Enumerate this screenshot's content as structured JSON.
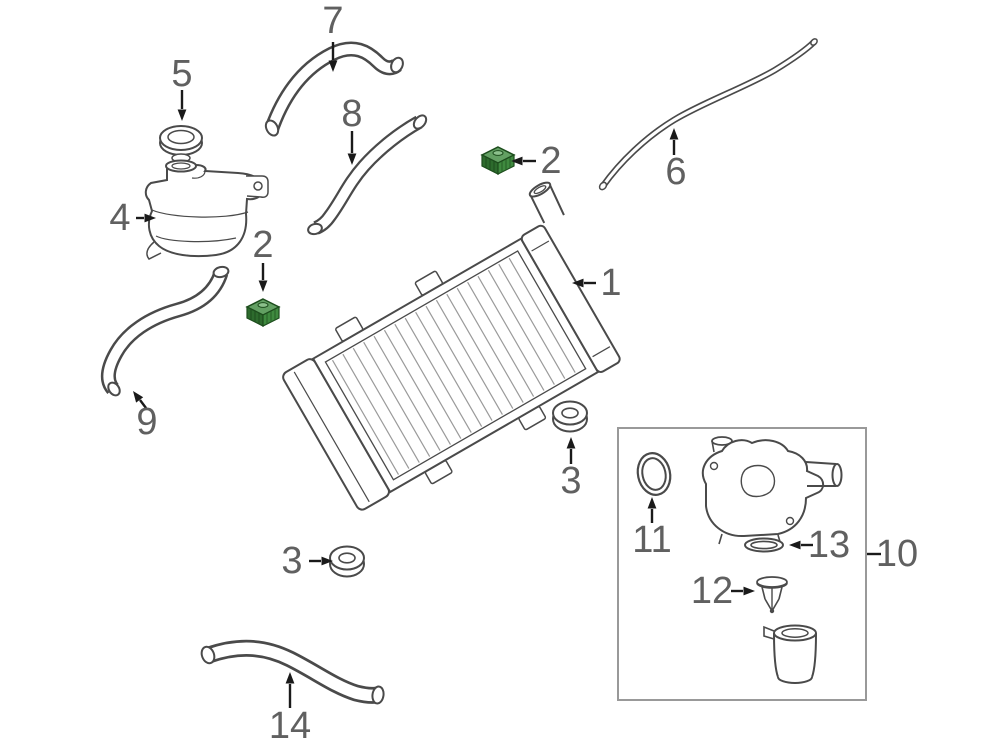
{
  "figure": {
    "background_color": "#ffffff",
    "line_color": "#4a4a4a",
    "label_color": "#606060",
    "arrow_color": "#1a1a1a",
    "box_border_color": "#999999",
    "highlight_color": "#3f8a3f",
    "highlight_color_dark": "#2d6b2d",
    "highlight_color_light": "#63a063"
  },
  "callouts": {
    "radiator": {
      "label": "1"
    },
    "mount_upper": {
      "label": "2"
    },
    "mount_left": {
      "label": "2"
    },
    "grommet_right": {
      "label": "3"
    },
    "grommet_lower": {
      "label": "3"
    },
    "reservoir": {
      "label": "4"
    },
    "reservoir_cap": {
      "label": "5"
    },
    "hose_upper_right": {
      "label": "6"
    },
    "hose_top": {
      "label": "7"
    },
    "hose_upper_middle": {
      "label": "8"
    },
    "hose_left": {
      "label": "9"
    },
    "thermostat_housing_group": {
      "label": "10"
    },
    "o_ring": {
      "label": "11"
    },
    "thermostat": {
      "label": "12"
    },
    "gasket": {
      "label": "13"
    },
    "hose_bottom": {
      "label": "14"
    }
  }
}
